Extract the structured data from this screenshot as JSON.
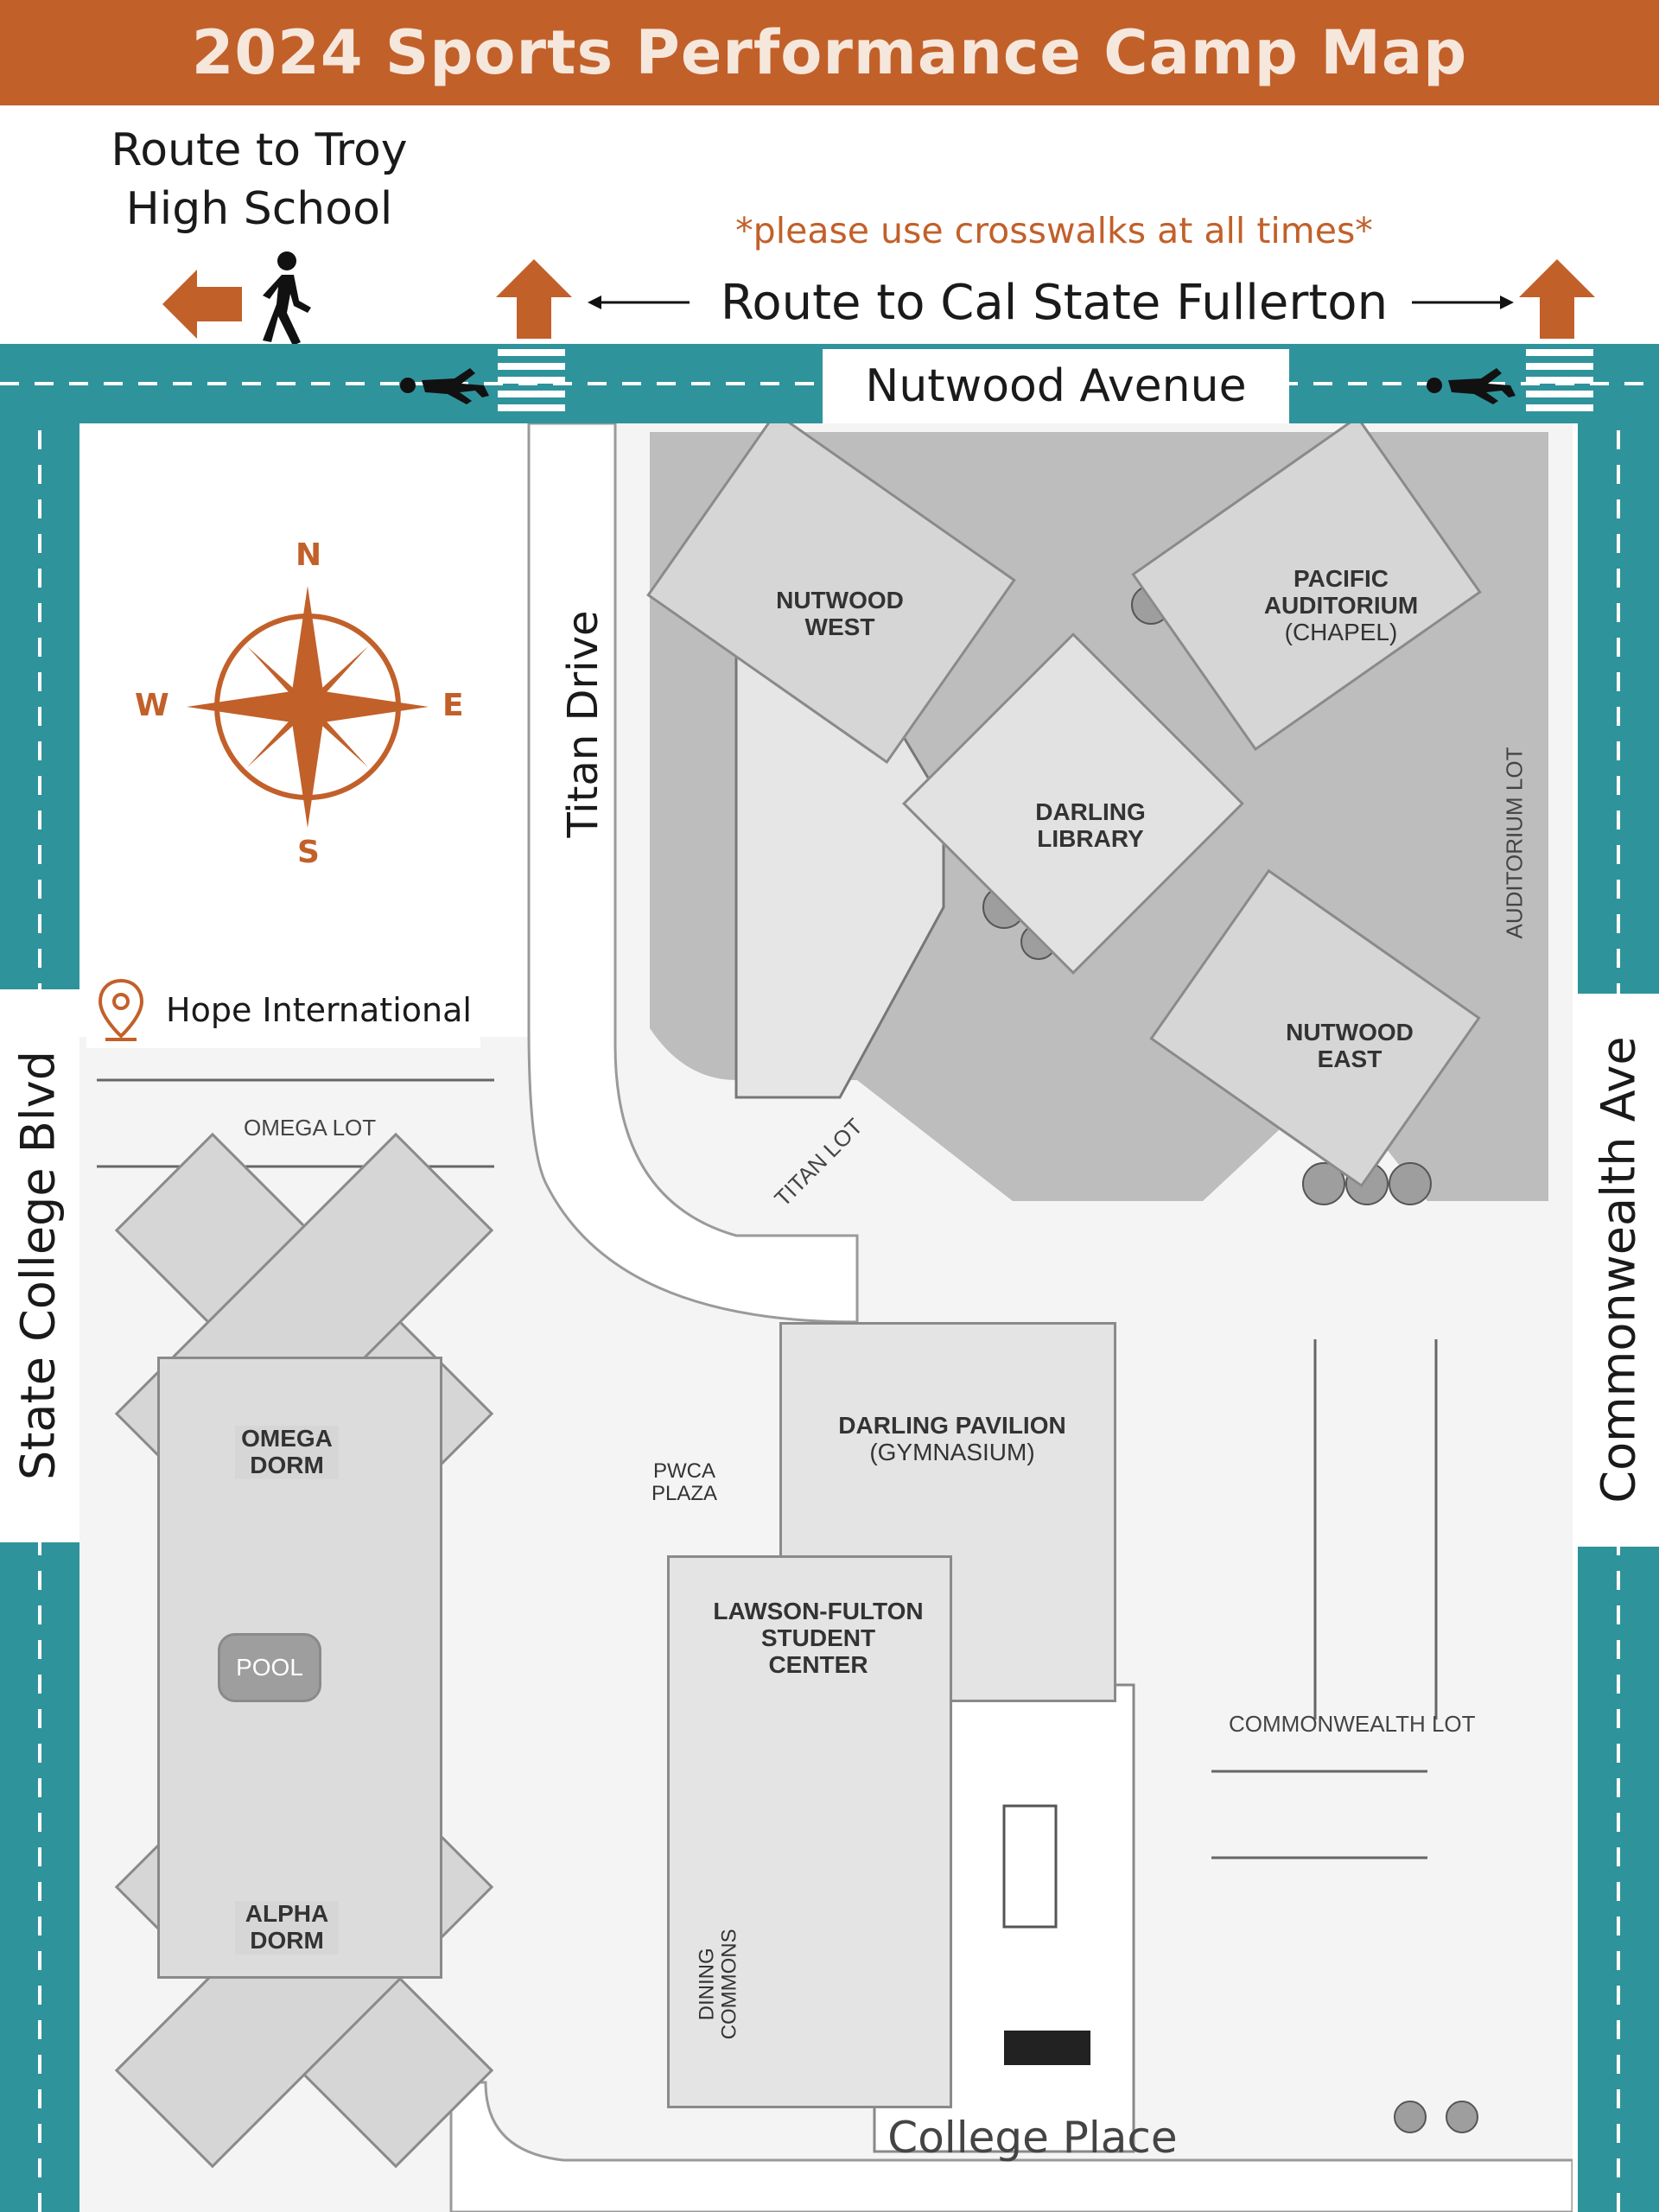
{
  "title": "2024 Sports Performance Camp Map",
  "routes": {
    "troy": "Route to Troy High School",
    "crosswalk_note": "*please use crosswalks at all times*",
    "csuf": "Route to Cal State Fullerton"
  },
  "streets": {
    "north": "Nutwood Avenue",
    "west": "State College Blvd",
    "east": "Commonwealth Ave",
    "south": "College Place",
    "inner": "Titan Drive"
  },
  "compass": {
    "n": "N",
    "s": "S",
    "e": "E",
    "w": "W"
  },
  "location_pin": "Hope International",
  "buildings": {
    "nutwood_west": "NUTWOOD WEST",
    "pacific_auditorium": "PACIFIC AUDITORIUM",
    "pacific_auditorium_sub": "(CHAPEL)",
    "darling_library": "DARLING LIBRARY",
    "nutwood_east": "NUTWOOD EAST",
    "omega_dorm": "OMEGA DORM",
    "alpha_dorm": "ALPHA DORM",
    "pool": "POOL",
    "pwca_plaza": "PWCA PLAZA",
    "darling_pavilion": "DARLING PAVILION",
    "darling_pavilion_sub": "(GYMNASIUM)",
    "student_center": "LAWSON-FULTON STUDENT CENTER",
    "dining_commons": "DINING COMMONS"
  },
  "lots": {
    "omega": "OMEGA LOT",
    "titan": "TITAN LOT",
    "auditorium": "AUDITORIUM LOT",
    "commonwealth": "COMMONWEALTH LOT"
  },
  "colors": {
    "banner": "#c2602a",
    "road": "#2f939c",
    "accent": "#c2602a",
    "building": "#d6d6d6"
  },
  "icons": [
    "arrow-left-icon",
    "walking-person-icon",
    "arrow-up-icon",
    "running-person-icon",
    "compass-rose-icon",
    "location-pin-icon"
  ]
}
